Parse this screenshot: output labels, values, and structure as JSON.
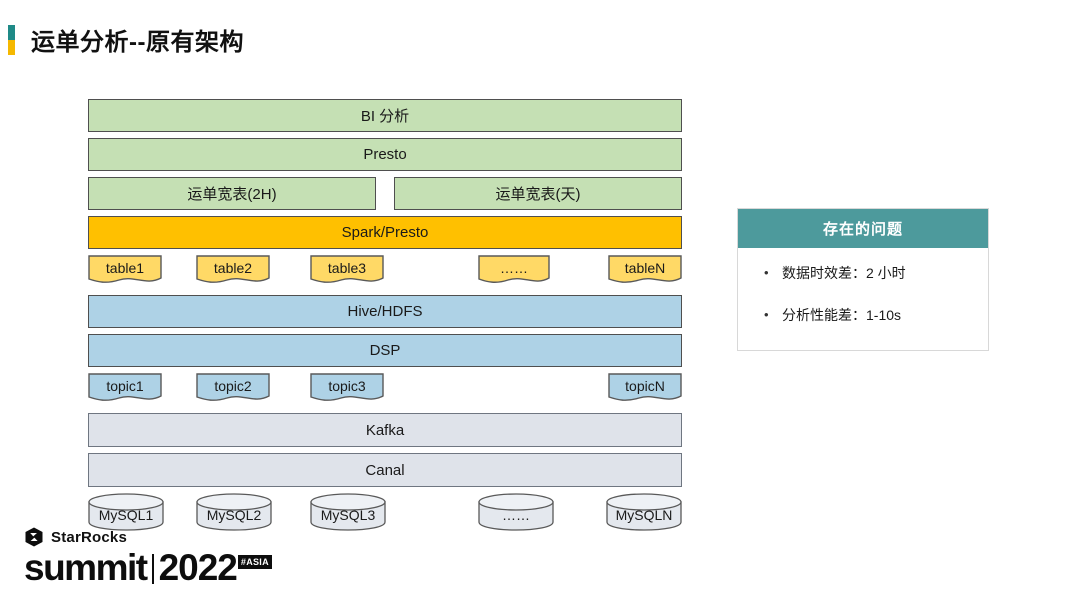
{
  "slide": {
    "title": "运单分析--原有架构",
    "marker_top_color": "#1f8a87",
    "marker_bottom_color": "#f5b800"
  },
  "diagram": {
    "layers": {
      "bi": "BI 分析",
      "presto": "Presto",
      "wide_table_2h": "运单宽表(2H)",
      "wide_table_day": "运单宽表(天)",
      "spark_presto": "Spark/Presto",
      "hive_hdfs": "Hive/HDFS",
      "dsp": "DSP",
      "kafka": "Kafka",
      "canal": "Canal"
    },
    "tables": [
      {
        "label": "table1"
      },
      {
        "label": "table2"
      },
      {
        "label": "table3"
      },
      {
        "label": "……"
      },
      {
        "label": "tableN"
      }
    ],
    "topics": [
      {
        "label": "topic1"
      },
      {
        "label": "topic2"
      },
      {
        "label": "topic3"
      },
      {
        "label": "topicN"
      }
    ],
    "databases": [
      {
        "label": "MySQL1"
      },
      {
        "label": "MySQL2"
      },
      {
        "label": "MySQL3"
      },
      {
        "label": "……"
      },
      {
        "label": "MySQLN"
      }
    ],
    "colors": {
      "green": "#c5e0b4",
      "orange": "#ffc000",
      "blue": "#aed2e6",
      "grey": "#dfe3ea",
      "table_fill": "#ffd966",
      "cylinder_fill": "#e4e8ee"
    }
  },
  "problems": {
    "header": "存在的问题",
    "header_color": "#4d9a9c",
    "items": [
      {
        "bullet": "•",
        "text": "数据时效差：2 小时"
      },
      {
        "bullet": "•",
        "text": "分析性能差：1-10s"
      }
    ]
  },
  "footer": {
    "brand": "StarRocks",
    "summit": "summit",
    "year": "2022",
    "badge": "#ASIA"
  }
}
